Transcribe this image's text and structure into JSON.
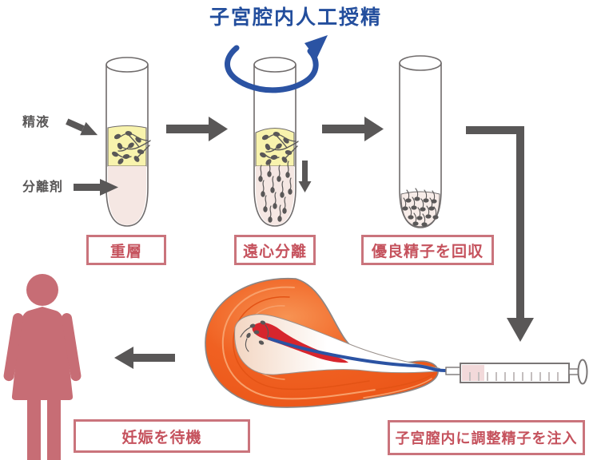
{
  "title": "子宮腔内人工授精",
  "side_labels": {
    "semen": "精液",
    "separation_agent": "分離剤"
  },
  "step_labels": {
    "layering": "重層",
    "centrifuge": "遠心分離",
    "collect": "優良精子を回収",
    "inject": "子宮膣内に調整精子を注入",
    "wait": "妊娠を待機"
  },
  "colors": {
    "title_blue": "#234e9d",
    "arrow_gray": "#595757",
    "label_border": "#ca747c",
    "label_text": "#c5525d",
    "woman_pink": "#c76d75",
    "rotation_blue": "#2b53a3",
    "catheter_blue": "#2b53a3",
    "tube_outline": "#6f6b6b",
    "semen_yellow": "#f8f3ad",
    "separator_pink": "#f5e7e3",
    "uterus_orange": "#f06122",
    "uterus_fluid_red": "#d7252d"
  },
  "icons": {
    "rotation_arrow": "centrifuge-rotation-icon",
    "down_arrow": "sediment-down-icon",
    "woman": "female-pictogram-icon"
  }
}
